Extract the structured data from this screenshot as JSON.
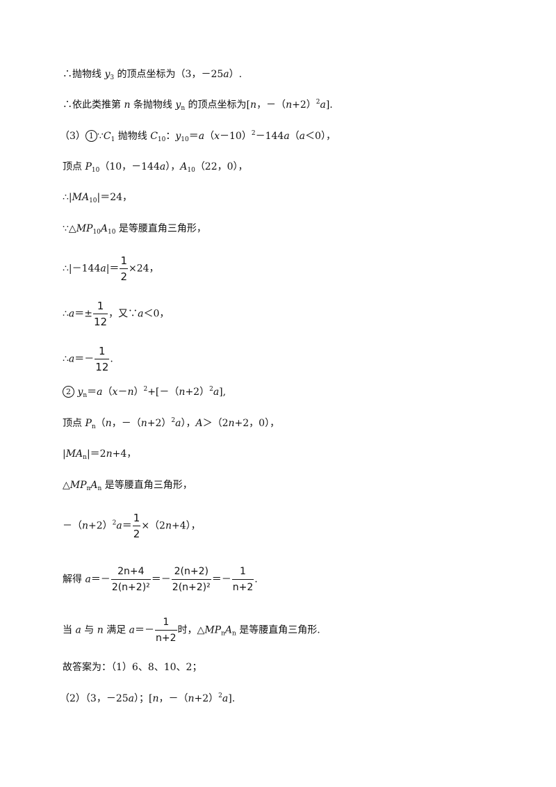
{
  "doc": {
    "l1": {
      "a": "∴抛物线 ",
      "v": "y",
      "s": "3",
      "b": " 的顶点坐标为（3，－25",
      "v2": "a",
      "c": "）."
    },
    "l2": {
      "a": "∴依此类推第 ",
      "n": "n",
      "b": " 条抛物线 ",
      "y": "y",
      "s": "n",
      "c": " 的顶点坐标为[",
      "n2": "n",
      "d": "，－（",
      "n3": "n",
      "e": "+2）",
      "sup": "2",
      "a2": "a",
      "f": "]."
    },
    "l3": {
      "a": "（3）",
      "circ": "1",
      "b": "∵",
      "C": "C",
      "s1": "1",
      "c": " 抛物线 ",
      "C2": "C",
      "s2": "10",
      "d": "：",
      "y": "y",
      "s3": "10",
      "e": "＝",
      "a1": "a",
      "f": "（",
      "x": "x",
      "g": "－10）",
      "sup": "2",
      "h": "－144",
      "a2": "a",
      "i": "（",
      "a3": "a",
      "j": "＜0），"
    },
    "l4": {
      "a": "顶点 ",
      "P": "P",
      "s1": "10",
      "b": "（10，－144",
      "a1": "a",
      "c": "），",
      "A": "A",
      "s2": "10",
      "d": "（22，0），"
    },
    "l5": {
      "a": "∴|",
      "MA": "MA",
      "s": "10",
      "b": "|＝24，"
    },
    "l6": {
      "a": "∵△",
      "MP": "MP",
      "s1": "10",
      "A": "A",
      "s2": "10",
      "b": " 是等腰直角三角形，"
    },
    "l7": {
      "a": "∴|－144",
      "a1": "a",
      "b": "|＝",
      "num": "1",
      "den": "2",
      "c": "×24，"
    },
    "l8": {
      "a": "∴",
      "a1": "a",
      "b": "＝±",
      "num": "1",
      "den": "12",
      "c": "，又∵",
      "a2": "a",
      "d": "＜0，"
    },
    "l9": {
      "a": "∴",
      "a1": "a",
      "b": "＝－",
      "num": "1",
      "den": "12",
      "c": "."
    },
    "l10": {
      "circ": "2",
      "y": "y",
      "s": "n",
      "a": "＝",
      "a1": "a",
      "b": "（",
      "x": "x",
      "c": "－",
      "n": "n",
      "d": "）",
      "sup1": "2",
      "e": "+[－（",
      "n2": "n",
      "f": "+2）",
      "sup2": "2",
      "a2": "a",
      "g": "],"
    },
    "l11": {
      "a": "顶点 ",
      "P": "P",
      "s": "n",
      "b": "（",
      "n": "n",
      "c": "，－（",
      "n2": "n",
      "d": "+2）",
      "sup": "2",
      "a1": "a",
      "e": "），",
      "A": "A",
      "f": "＞（2",
      "n3": "n",
      "g": "+2，0），"
    },
    "l12": {
      "a": "|",
      "MA": "MA",
      "s": "n",
      "b": "|＝2",
      "n": "n",
      "c": "+4，"
    },
    "l13": {
      "a": "△",
      "MP": "MP",
      "s1": "n",
      "A": "A",
      "s2": "n",
      "b": " 是等腰直角三角形，"
    },
    "l14": {
      "a": "－（",
      "n": "n",
      "b": "+2）",
      "sup": "2",
      "a1": "a",
      "c": "＝",
      "num": "1",
      "den": "2",
      "d": "×（2",
      "n2": "n",
      "e": "+4），"
    },
    "l15": {
      "a": "解得 ",
      "a1": "a",
      "b": "＝－",
      "num1": "2n+4",
      "den1": "2(n+2)²",
      "c": "＝－",
      "num2": "2(n+2)",
      "den2": "2(n+2)²",
      "d": "＝－",
      "num3": "1",
      "den3": "n+2",
      "e": "."
    },
    "l16": {
      "a": "当 ",
      "a1": "a",
      "b": " 与 ",
      "n": "n",
      "c": " 满足 ",
      "a2": "a",
      "d": "＝－",
      "num": "1",
      "den": "n+2",
      "e": "时，△",
      "MP": "MP",
      "s1": "n",
      "A": "A",
      "s2": "n",
      "f": " 是等腰直角三角形."
    },
    "l17": {
      "a": "故答案为：（1）6、8、10、2；"
    },
    "l18": {
      "a": "（2）（3，－25",
      "a1": "a",
      "b": "）；[",
      "n": "n",
      "c": "，－（",
      "n2": "n",
      "d": "+2）",
      "sup": "2",
      "a2": "a",
      "e": "]."
    }
  }
}
